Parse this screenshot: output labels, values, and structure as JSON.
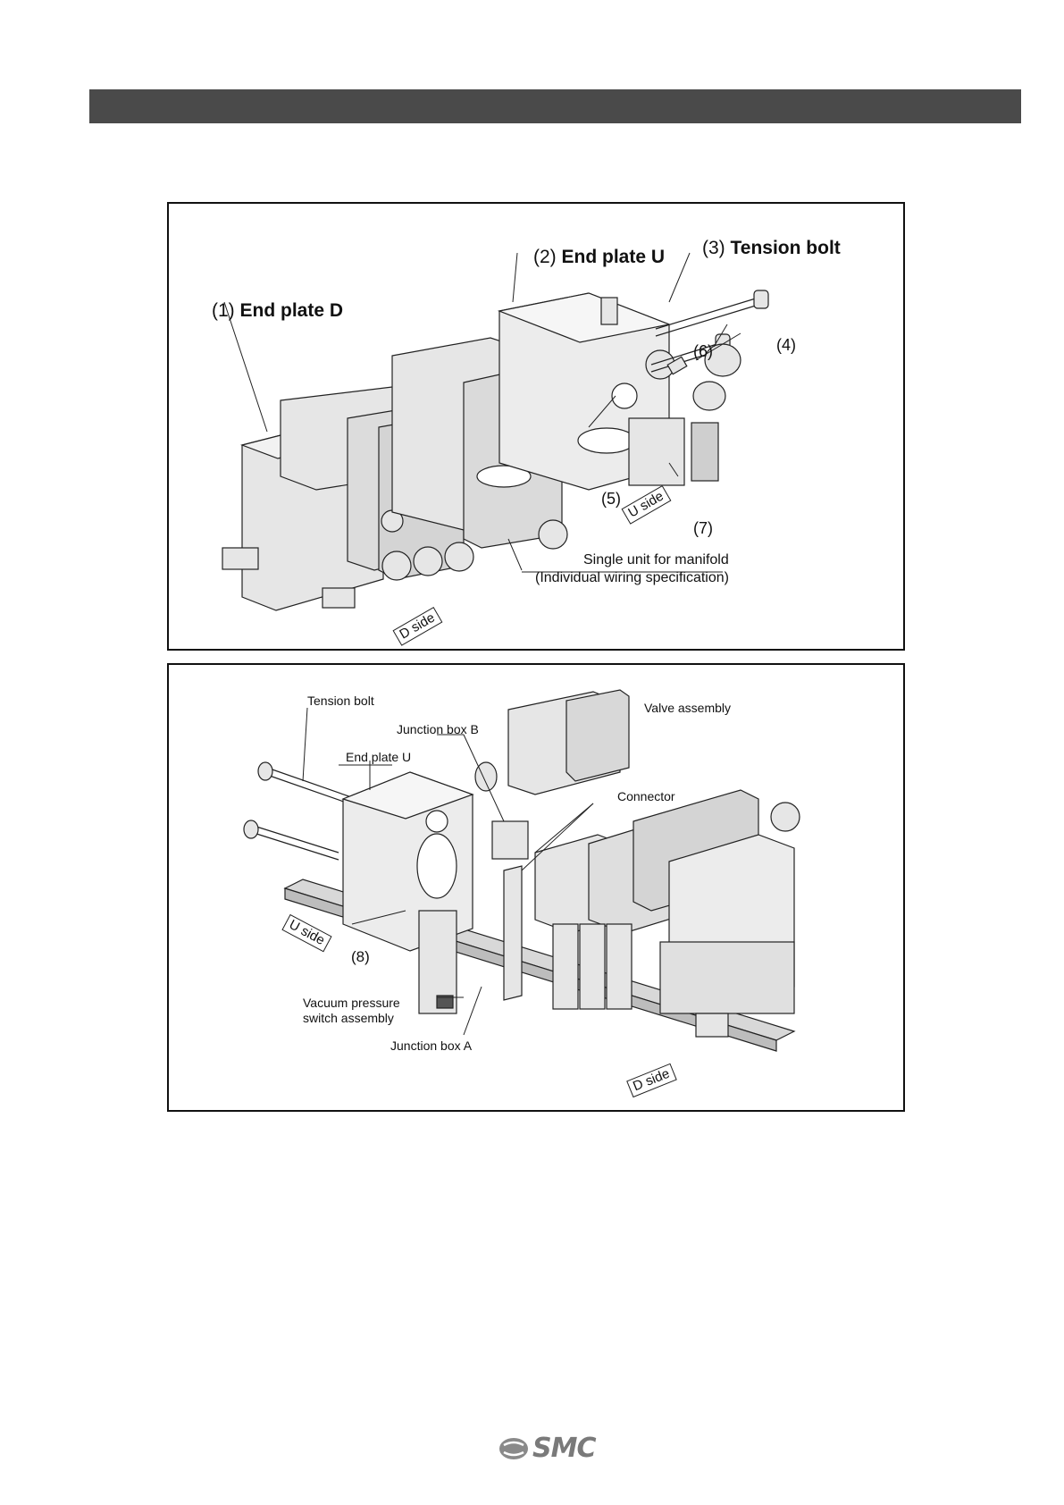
{
  "figure1": {
    "labels": {
      "end_plate_d_num": "(1)",
      "end_plate_d": "End plate D",
      "end_plate_u_num": "(2)",
      "end_plate_u": "End plate U",
      "tension_bolt_num": "(3)",
      "tension_bolt": "Tension bolt",
      "item4": "(4)",
      "item5": "(5)",
      "item6": "(6)",
      "item7": "(7)",
      "u_side": "U side",
      "d_side": "D side",
      "single_unit_line1": "Single unit for manifold",
      "single_unit_line2": "(Individual wiring specification)"
    }
  },
  "figure2": {
    "labels": {
      "tension_bolt": "Tension bolt",
      "junction_box_b": "Junction box B",
      "end_plate_u": "End plate U",
      "valve_assembly": "Valve assembly",
      "connector": "Connector",
      "u_side": "U side",
      "item8": "(8)",
      "vacuum_line1": "Vacuum pressure",
      "vacuum_line2": "switch assembly",
      "junction_box_a": "Junction box A",
      "d_side": "D side"
    }
  },
  "footer": {
    "logo_text": "SMC"
  }
}
